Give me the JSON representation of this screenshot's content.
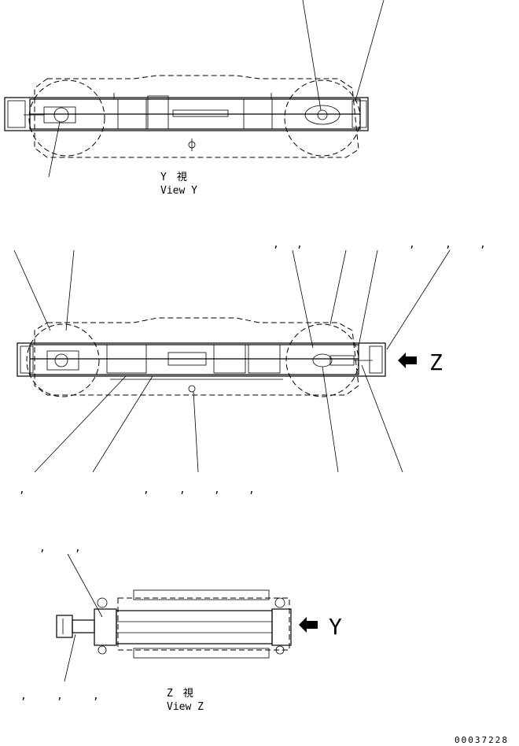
{
  "view_y": {
    "label_jp": "Y　視",
    "label_en": "View Y"
  },
  "view_z": {
    "label_jp": "Z　視",
    "label_en": "View Z"
  },
  "arrow_labels": {
    "z": "Z",
    "y": "Y"
  },
  "drawing_number": "00037228",
  "callout_separator": ","
}
